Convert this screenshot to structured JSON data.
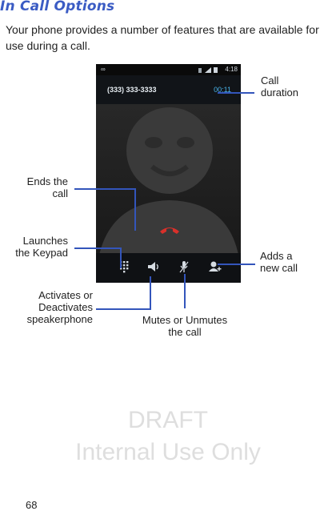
{
  "heading": "In Call Options",
  "intro": "Your phone provides a number of features that are available for use during a call.",
  "phone": {
    "status_left": "∞",
    "status_time": "4:18",
    "caller_number": "(333) 333-3333",
    "call_timer": "00:11"
  },
  "callouts": {
    "call_duration": [
      "Call",
      "duration"
    ],
    "end_call": [
      "Ends the",
      "call"
    ],
    "keypad": [
      "Launches",
      "the Keypad"
    ],
    "add_call": [
      "Adds a",
      "new call"
    ],
    "speaker": [
      "Activates or",
      "Deactivates",
      "speakerphone"
    ],
    "mute": [
      "Mutes or Unmutes",
      "the call"
    ]
  },
  "watermark": [
    "DRAFT",
    "Internal Use Only"
  ],
  "page_number": "68",
  "colors": {
    "heading": "#3b5cc4",
    "callout_line": "#3355bb",
    "timer": "#49b3e8",
    "end_button": "#d9302a"
  }
}
